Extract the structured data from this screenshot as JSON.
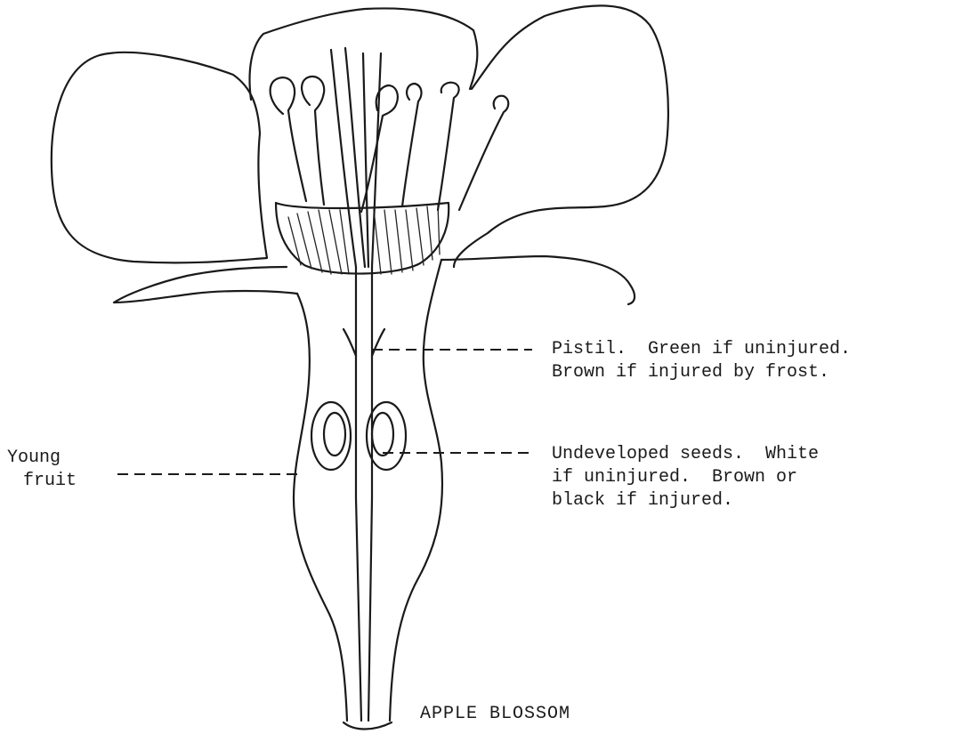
{
  "labels": {
    "pistil": [
      "Pistil.  Green if uninjured.",
      "Brown if injured by frost."
    ],
    "seeds": [
      "Undeveloped seeds.  White",
      "if uninjured.  Brown or",
      "black if injured."
    ],
    "young_fruit": [
      "Young",
      "fruit"
    ]
  },
  "caption": "APPLE BLOSSOM"
}
